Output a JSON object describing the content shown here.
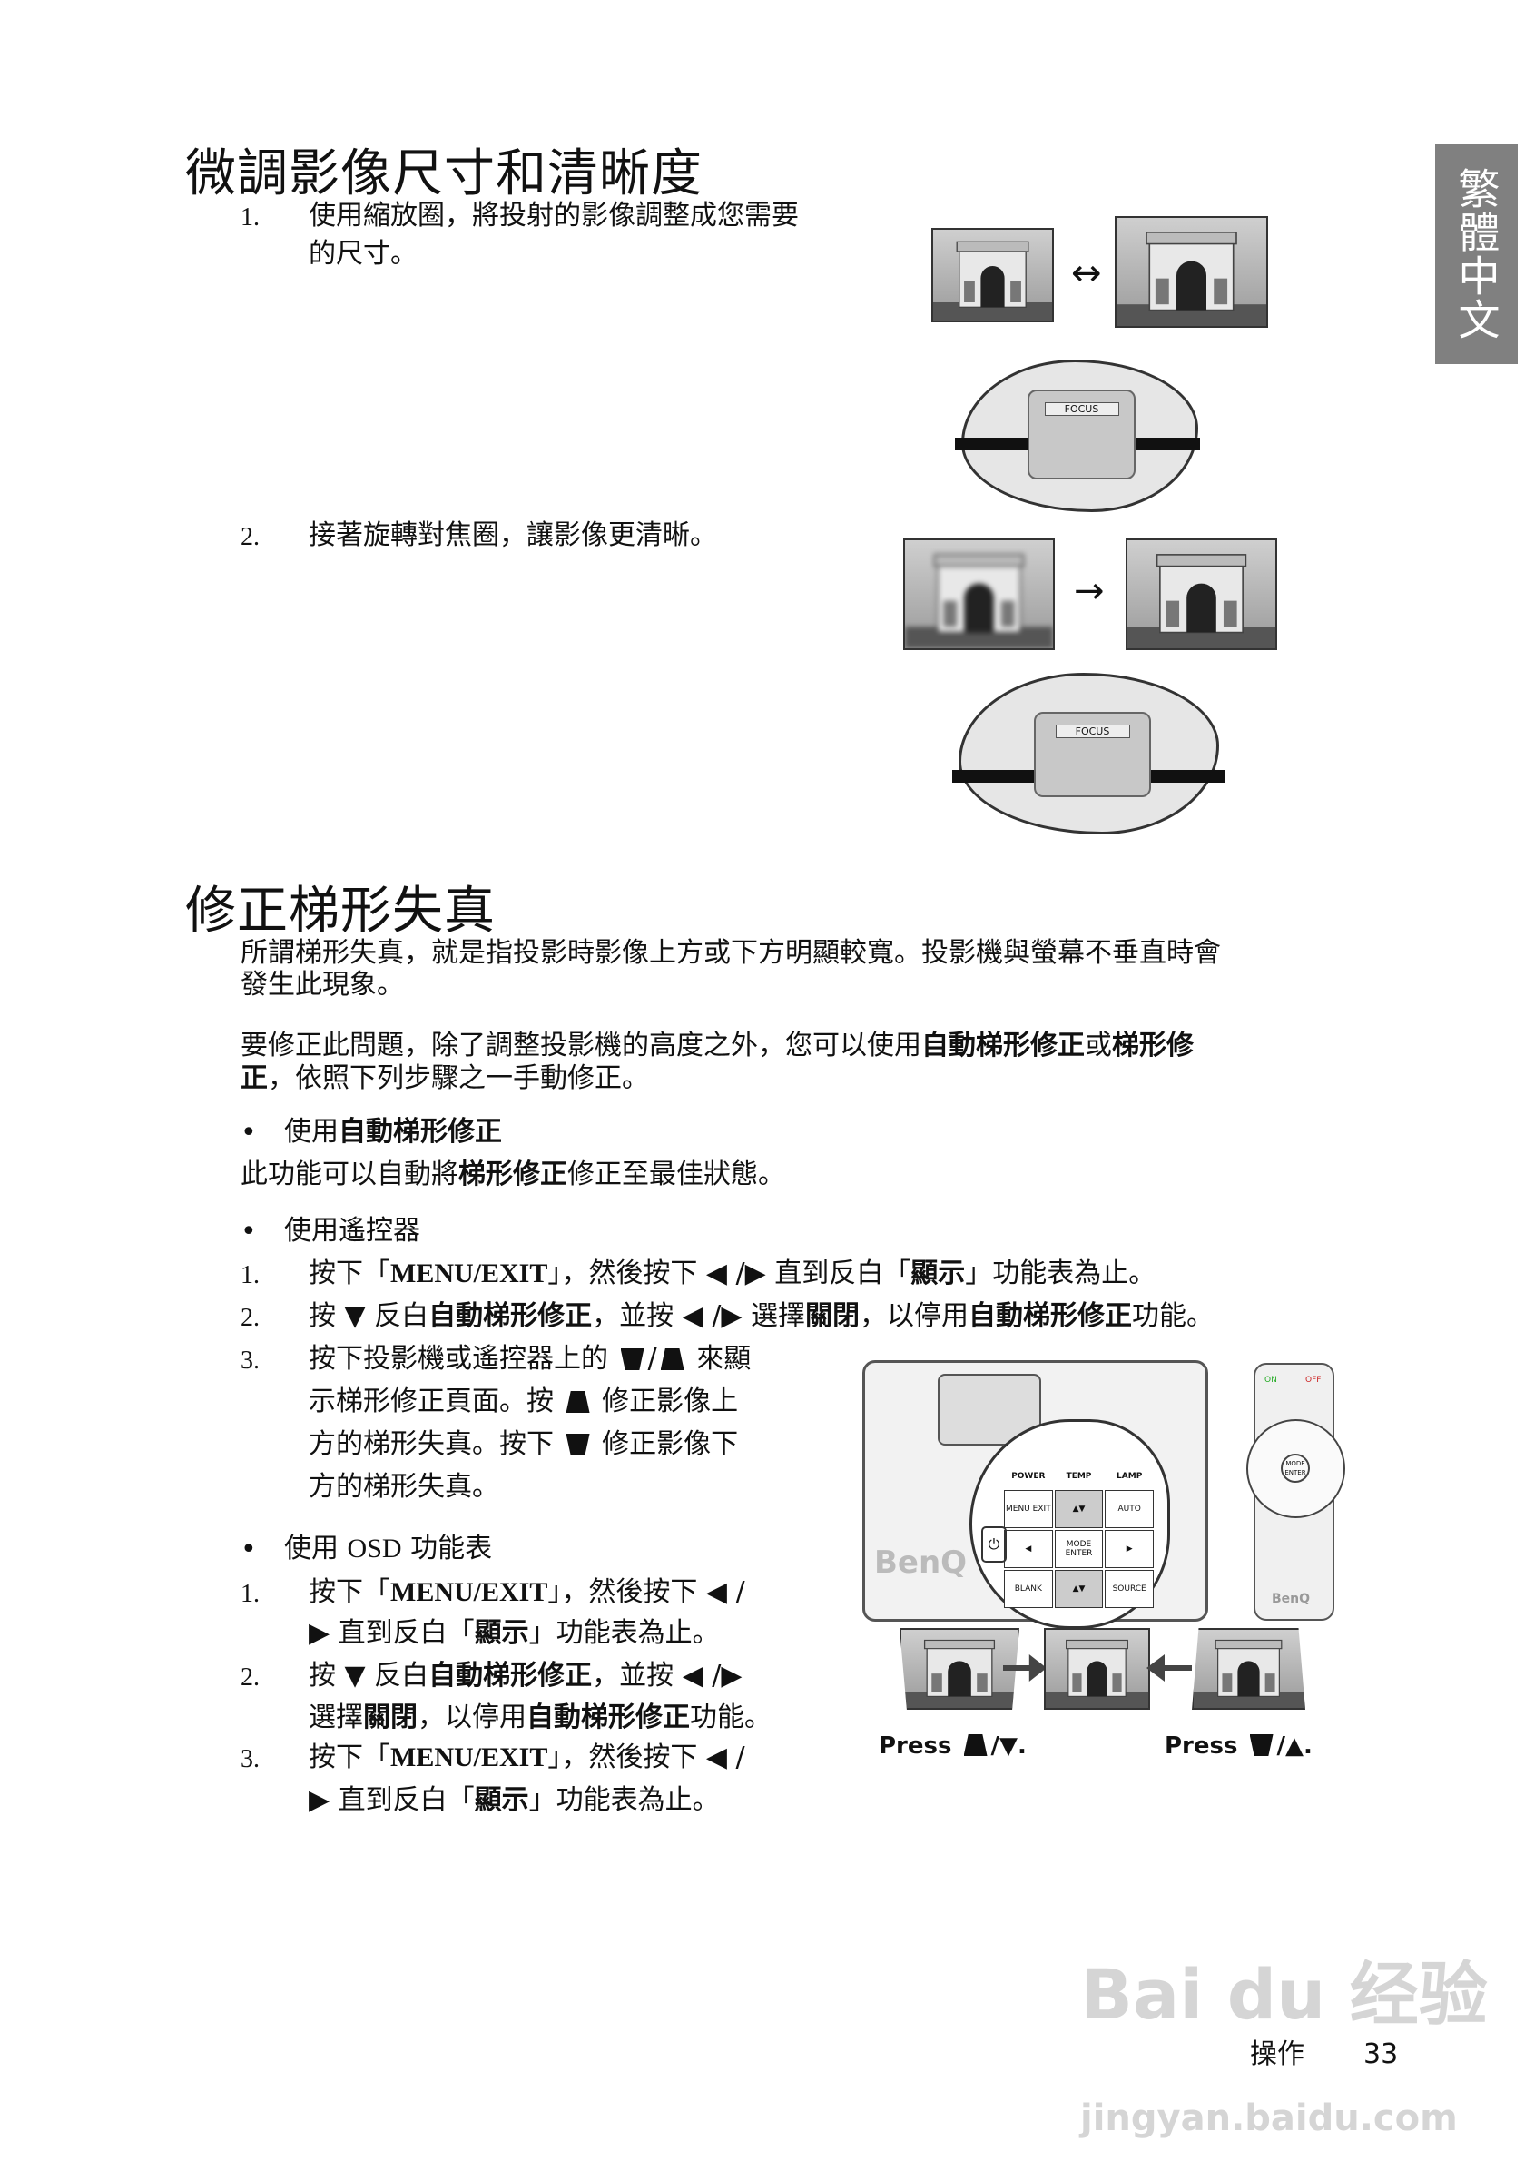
{
  "side_tab": "繁體中文",
  "section1": {
    "title": "微調影像尺寸和清晰度",
    "steps": [
      {
        "num": "1.",
        "lines": [
          "使用縮放圈，將投射的影像調整成您需要",
          "的尺寸。"
        ]
      },
      {
        "num": "2.",
        "lines": [
          "接著旋轉對焦圈，讓影像更清晰。"
        ]
      }
    ],
    "zoom_arrow": "↔",
    "focus_arrow": "→",
    "focus_label": "FOCUS"
  },
  "section2": {
    "title": "修正梯形失真",
    "lines": [
      [
        {
          "t": "所謂梯形失真，就是指投影時影像上方或下方明顯較寬。投影機與螢幕不垂直時會"
        }
      ],
      [
        {
          "t": "發生此現象。"
        }
      ],
      [
        {
          "t": "要修正此問題，除了調整投影機的高度之外，您可以使用"
        },
        {
          "t": "自動梯形修正",
          "b": true
        },
        {
          "t": "或"
        },
        {
          "t": "梯形修",
          "b": true
        }
      ],
      [
        {
          "t": "正",
          "b": true
        },
        {
          "t": "，依照下列步驟之一手動修正。"
        }
      ],
      [
        {
          "t": "使用"
        },
        {
          "t": "自動梯形修正",
          "b": true
        }
      ],
      [
        {
          "t": "此功能可以自動將"
        },
        {
          "t": "梯形修正",
          "b": true
        },
        {
          "t": "修正至最佳狀態。"
        }
      ],
      [
        {
          "t": "使用遙控器"
        }
      ],
      [
        {
          "t": "按下「"
        },
        {
          "t": "MENU/EXIT",
          "b": true,
          "s": true
        },
        {
          "t": "」，然後按下 ◀ /▶ 直到反白「"
        },
        {
          "t": "顯示",
          "b": true
        },
        {
          "t": "」功能表為止。"
        }
      ],
      [
        {
          "t": "按 ▼ 反白"
        },
        {
          "t": "自動梯形修正",
          "b": true
        },
        {
          "t": "，並按 ◀ /▶ 選擇"
        },
        {
          "t": "關閉",
          "b": true
        },
        {
          "t": "，以停用"
        },
        {
          "t": "自動梯形修正",
          "b": true
        },
        {
          "t": "功能。"
        }
      ],
      [
        {
          "t": "按下投影機或遙控器上的 "
        },
        {
          "icon": "kd"
        },
        {
          "t": "/"
        },
        {
          "icon": "ku"
        },
        {
          "t": " 來顯"
        }
      ],
      [
        {
          "t": "示梯形修正頁面。按 "
        },
        {
          "icon": "ku"
        },
        {
          "t": " 修正影像上"
        }
      ],
      [
        {
          "t": "方的梯形失真。按下 "
        },
        {
          "icon": "kd"
        },
        {
          "t": " 修正影像下"
        }
      ],
      [
        {
          "t": "方的梯形失真。"
        }
      ],
      [
        {
          "t": "使用 "
        },
        {
          "t": "OSD",
          "s": true
        },
        {
          "t": " 功能表"
        }
      ],
      [
        {
          "t": "按下「"
        },
        {
          "t": "MENU/EXIT",
          "b": true,
          "s": true
        },
        {
          "t": "」，然後按下 ◀ /"
        }
      ],
      [
        {
          "t": "▶ 直到反白「"
        },
        {
          "t": "顯示",
          "b": true
        },
        {
          "t": "」功能表為止。"
        }
      ],
      [
        {
          "t": "按 ▼ 反白"
        },
        {
          "t": "自動梯形修正",
          "b": true
        },
        {
          "t": "，並按 ◀ /▶"
        }
      ],
      [
        {
          "t": "選擇"
        },
        {
          "t": "關閉",
          "b": true
        },
        {
          "t": "，以停用"
        },
        {
          "t": "自動梯形修正",
          "b": true
        },
        {
          "t": "功能。"
        }
      ],
      [
        {
          "t": "按下「"
        },
        {
          "t": "MENU/EXIT",
          "b": true,
          "s": true
        },
        {
          "t": "」，然後按下 ◀ /"
        }
      ],
      [
        {
          "t": "▶ 直到反白「"
        },
        {
          "t": "顯示",
          "b": true
        },
        {
          "t": "」功能表為止。"
        }
      ]
    ],
    "nums": {
      "a1": "1.",
      "a2": "2.",
      "a3": "3.",
      "b1": "1.",
      "b2": "2.",
      "b3": "3."
    },
    "bullet": "•",
    "press_label": "Press",
    "press_left_tail": "/▼.",
    "press_right_tail": "/▲.",
    "projector": {
      "brand": "BenQ",
      "keys": [
        "POWER",
        "TEMP",
        "LAMP",
        "MENU EXIT",
        "▲▼",
        "AUTO",
        "◀",
        "MODE ENTER",
        "▶",
        "BLANK",
        "▲▼",
        "SOURCE"
      ]
    },
    "remote": {
      "brand": "BenQ",
      "on": "ON",
      "off": "OFF",
      "center": "MODE ENTER"
    }
  },
  "footer": {
    "section": "操作",
    "page": "33"
  },
  "watermark": {
    "logo": "Bai du 经验",
    "url": "jingyan.baidu.com"
  }
}
